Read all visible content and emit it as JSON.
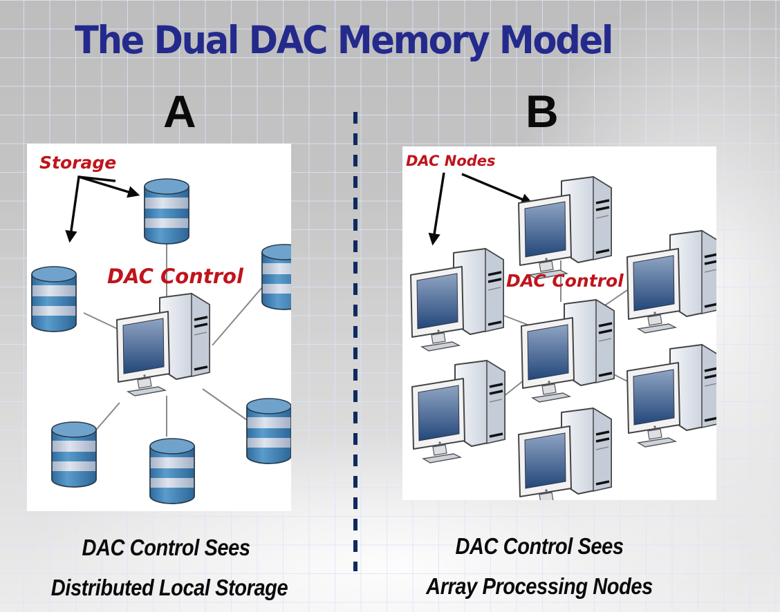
{
  "slide": {
    "title": "The Dual DAC Memory Model",
    "colors": {
      "title": "#242a8c",
      "label_red": "#c0141c",
      "divider": "#0f2a5e",
      "storage_blue": "#3f7fb4",
      "storage_band": "#c9d2e2",
      "monitor_screen": "#2c5283"
    }
  },
  "panel_a": {
    "letter": "A",
    "storage_label": "Storage",
    "control_label": "DAC Control",
    "center_node": "desktop-computer",
    "storage_nodes": 6,
    "caption_line1": "DAC Control Sees",
    "caption_line2": "Distributed Local Storage"
  },
  "panel_b": {
    "letter": "B",
    "nodes_label": "DAC Nodes",
    "control_label": "DAC Control",
    "center_node": "desktop-computer",
    "processing_nodes": 6,
    "caption_line1": "DAC Control Sees",
    "caption_line2": "Array Processing Nodes"
  }
}
